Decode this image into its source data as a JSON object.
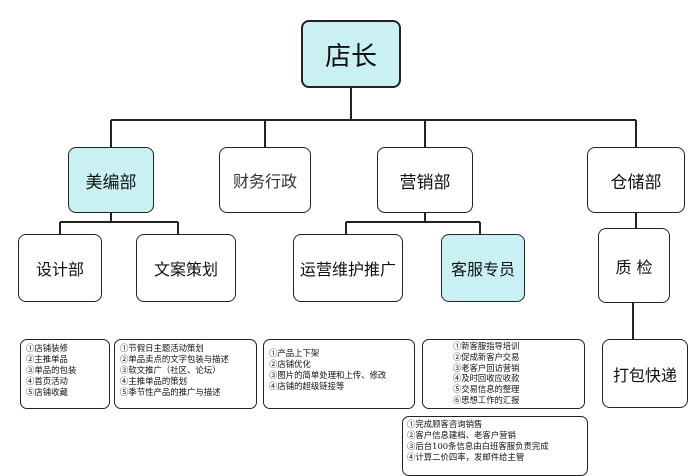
{
  "root": {
    "label": "店长"
  },
  "departments": [
    {
      "label": "美编部"
    },
    {
      "label": "财务行政"
    },
    {
      "label": "营销部"
    },
    {
      "label": "仓储部"
    }
  ],
  "subunits": {
    "design": "设计部",
    "copywriting": "文案策划",
    "operations": "运营维护推广",
    "customer_service": "客服专员",
    "quality": "质 检",
    "shipping": "打包快递"
  },
  "notes": {
    "design": [
      "①店铺装修",
      "②主推单品",
      "③单品的包装",
      "④首页活动",
      "⑤店铺收藏"
    ],
    "copywriting": [
      "①节假日主题活动策划",
      "②单品卖点的文字包装与描述",
      "③软文推广（社区、论坛）",
      "④主推单品的策划",
      "⑤季节性产品的推广与描述"
    ],
    "operations": [
      "①产品上下架",
      "②店铺优化",
      "③图片的简单处理和上传、修改",
      "④店铺的超级链接等"
    ],
    "customer_service": [
      "①新客服指导培训",
      "②促成新客户交易",
      "③老客户回访营销",
      "④及时回收应收款",
      "⑤交易信息的整理",
      "⑥思想工作的汇报"
    ],
    "sales": [
      "①完成顾客咨询销售",
      "②客户信息建档、老客户营销",
      "③后台100条信息由白班客服负责完成",
      "④计算二价四率，发邮件给主管"
    ]
  }
}
